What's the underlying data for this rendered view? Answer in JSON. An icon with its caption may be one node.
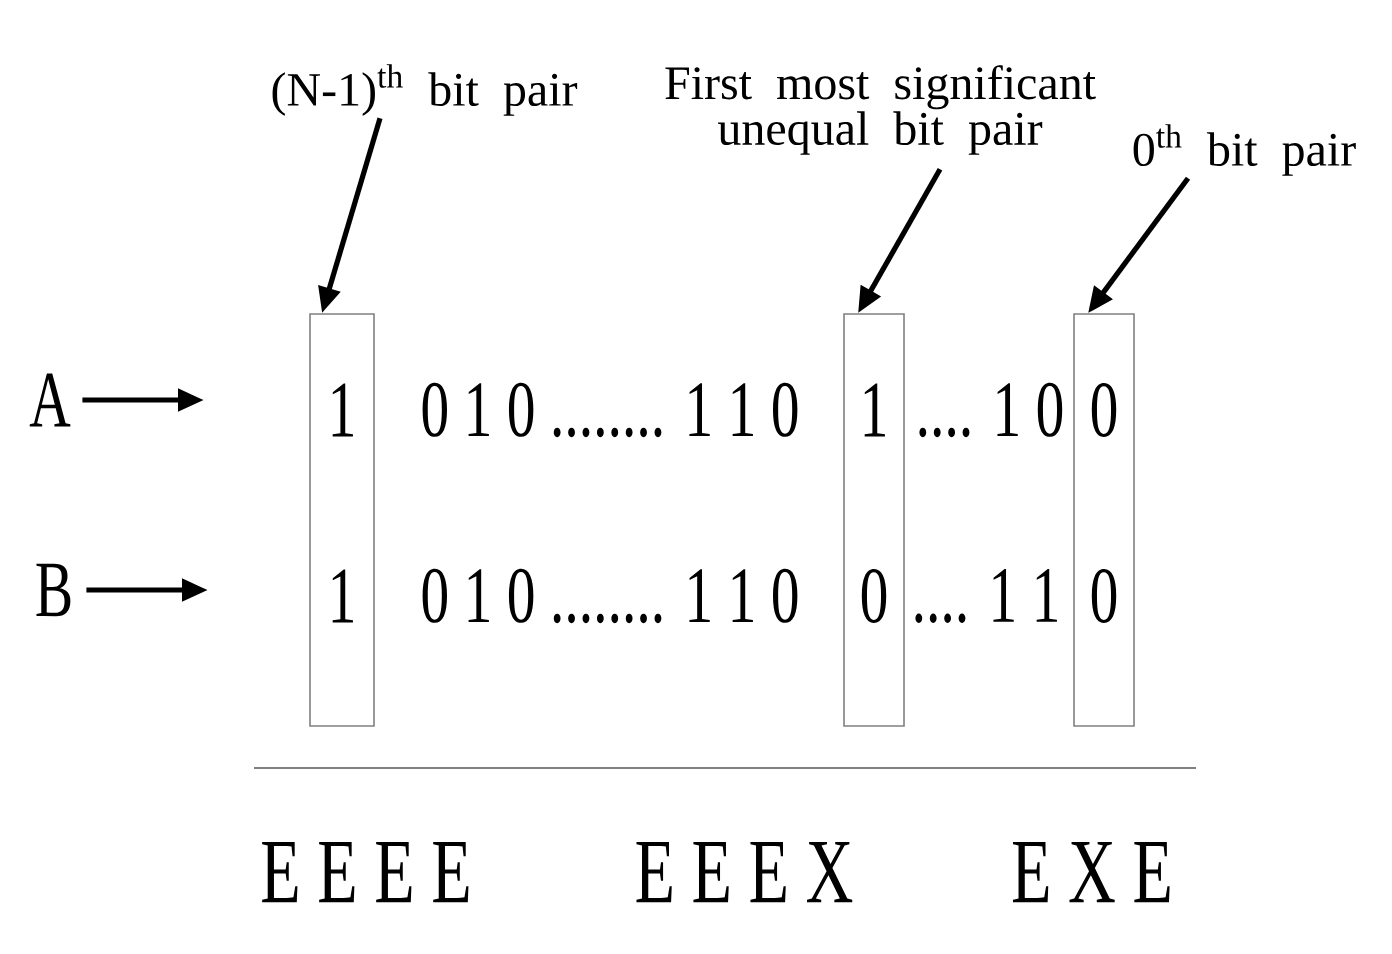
{
  "diagram": {
    "nodes": [
      {
        "text": [
          "(N-1)$^{th}$ bit pair"
        ]
      },
      {
        "text": [
          "First most significant unequal bit pair"
        ]
      },
      {
        "text": [
          "0$^{th}$ bit pair"
        ]
      },
      {
        "text": [
          "1",
          "1"
        ]
      },
      {
        "text": [
          "1",
          "0"
        ]
      },
      {
        "text": [
          "0",
          "0"
        ]
      },
      {
        "text": [
          "A"
        ]
      },
      {
        "text": [
          "B"
        ]
      }
    ],
    "edges": [
      {
        "from": 0,
        "to": 3,
        "arrow": "to"
      },
      {
        "from": 1,
        "to": 4,
        "arrow": "to"
      },
      {
        "from": 2,
        "to": 5,
        "arrow": "to"
      },
      {
        "from": 6,
        "to": null,
        "arrow": "to"
      },
      {
        "from": 7,
        "to": null,
        "arrow": "to"
      }
    ],
    "labels": [
      "0 1 0 ........ 1 1 0",
      ".... 1 0",
      "0 1 0 ........ 1 1 0",
      ".... 1 1",
      "E E E E",
      "E E E X",
      "E X E"
    ]
  }
}
